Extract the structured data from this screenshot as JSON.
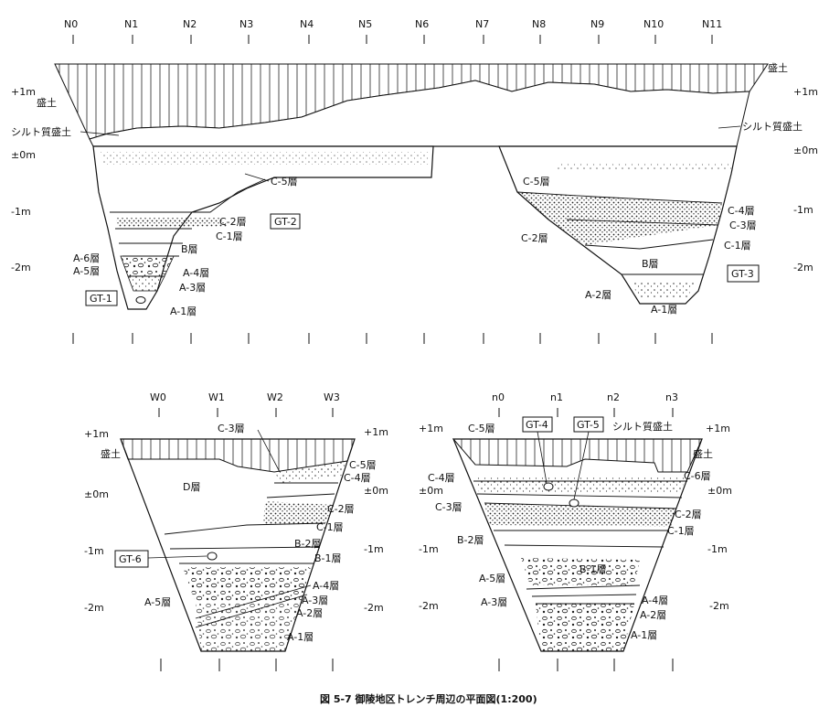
{
  "caption": "図 5-7 御陵地区トレンチ周辺の平面図(1:200)",
  "top_section": {
    "axis": [
      "N0",
      "N1",
      "N2",
      "N3",
      "N4",
      "N5",
      "N6",
      "N7",
      "N8",
      "N9",
      "N10",
      "N11"
    ],
    "scale_left": [
      "+1m",
      "±0m",
      "-1m",
      "-2m"
    ],
    "scale_right": [
      "+1m",
      "±0m",
      "-1m",
      "-2m"
    ],
    "labels": {
      "fill_left": "盛土",
      "fill_right": "盛土",
      "silt_left": "シルト質盛土",
      "silt_right": "シルト質盛土",
      "c5_left": "C-5層",
      "c2_left": "C-2層",
      "gt2": "GT-2",
      "c1_left": "C-1層",
      "b_left": "B層",
      "a6": "A-6層",
      "a5": "A-5層",
      "a4": "A-4層",
      "a3": "A-3層",
      "gt1": "GT-1",
      "a1_left": "A-1層",
      "c5_right": "C-5層",
      "c4_right": "C-4層",
      "c3_right": "C-3層",
      "c2_right": "C-2層",
      "c1_right": "C-1層",
      "b_right": "B層",
      "gt3": "GT-3",
      "a2_right": "A-2層",
      "a1_right": "A-1層"
    }
  },
  "bottom_left": {
    "axis": [
      "W0",
      "W1",
      "W2",
      "W3"
    ],
    "scale_left": [
      "+1m",
      "±0m",
      "-1m",
      "-2m"
    ],
    "scale_right": [
      "+1m",
      "±0m",
      "-1m",
      "-2m"
    ],
    "labels": {
      "c3": "C-3層",
      "fill": "盛土",
      "c5": "C-5層",
      "c4": "C-4層",
      "d": "D層",
      "c2": "C-2層",
      "c1": "C-1層",
      "b2": "B-2層",
      "gt6": "GT-6",
      "b1": "B-1層",
      "a4": "A-4層",
      "a5": "A-5層",
      "a3": "A-3層",
      "a2": "A-2層",
      "a1": "A-1層"
    }
  },
  "bottom_right": {
    "axis": [
      "n0",
      "n1",
      "n2",
      "n3"
    ],
    "scale_left": [
      "+1m",
      "±0m",
      "-1m",
      "-2m"
    ],
    "scale_right": [
      "+1m",
      "±0m",
      "-1m",
      "-2m"
    ],
    "labels": {
      "c5": "C-5層",
      "gt4": "GT-4",
      "gt5": "GT-5",
      "silt": "シルト質盛土",
      "fill": "盛土",
      "c4": "C-4層",
      "c6": "C-6層",
      "c3": "C-3層",
      "c2": "C-2層",
      "c1": "C-1層",
      "b2": "B-2層",
      "b1": "B-1層",
      "a5": "A-5層",
      "a4": "A-4層",
      "a3": "A-3層",
      "a2": "A-2層",
      "a1": "A-1層"
    }
  }
}
